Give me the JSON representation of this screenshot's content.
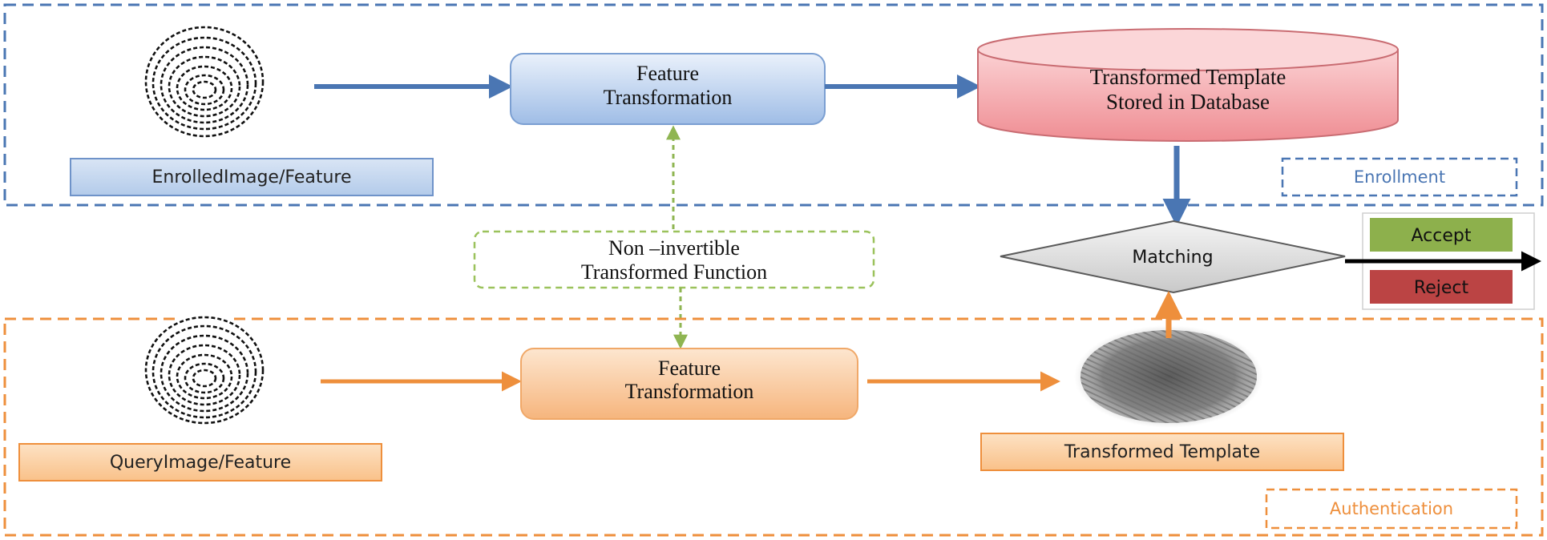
{
  "colors": {
    "enroll_blue": "#4a76b3",
    "auth_orange": "#ee8f3c",
    "func_green": "#9bc25c",
    "accept_green": "#8db04c",
    "reject_red": "#bb4444",
    "db_pink": "#f5a6aa"
  },
  "enrollment": {
    "section_label": "Enrollment",
    "input_label": "EnrolledImage/Feature",
    "transform_line1": "Feature",
    "transform_line2": "Transformation",
    "db_line1": "Transformed Template",
    "db_line2": "Stored in Database",
    "image_icon": "fingerprint-icon"
  },
  "function_box": {
    "line1": "Non –invertible",
    "line2": "Transformed Function"
  },
  "matching": {
    "label": "Matching",
    "accept_label": "Accept",
    "reject_label": "Reject"
  },
  "authentication": {
    "section_label": "Authentication",
    "input_label": "QueryImage/Feature",
    "transform_line1": "Feature",
    "transform_line2": "Transformation",
    "template_label": "Transformed Template",
    "image_icon": "fingerprint-icon",
    "template_icon": "smudged-fingerprint-icon"
  }
}
